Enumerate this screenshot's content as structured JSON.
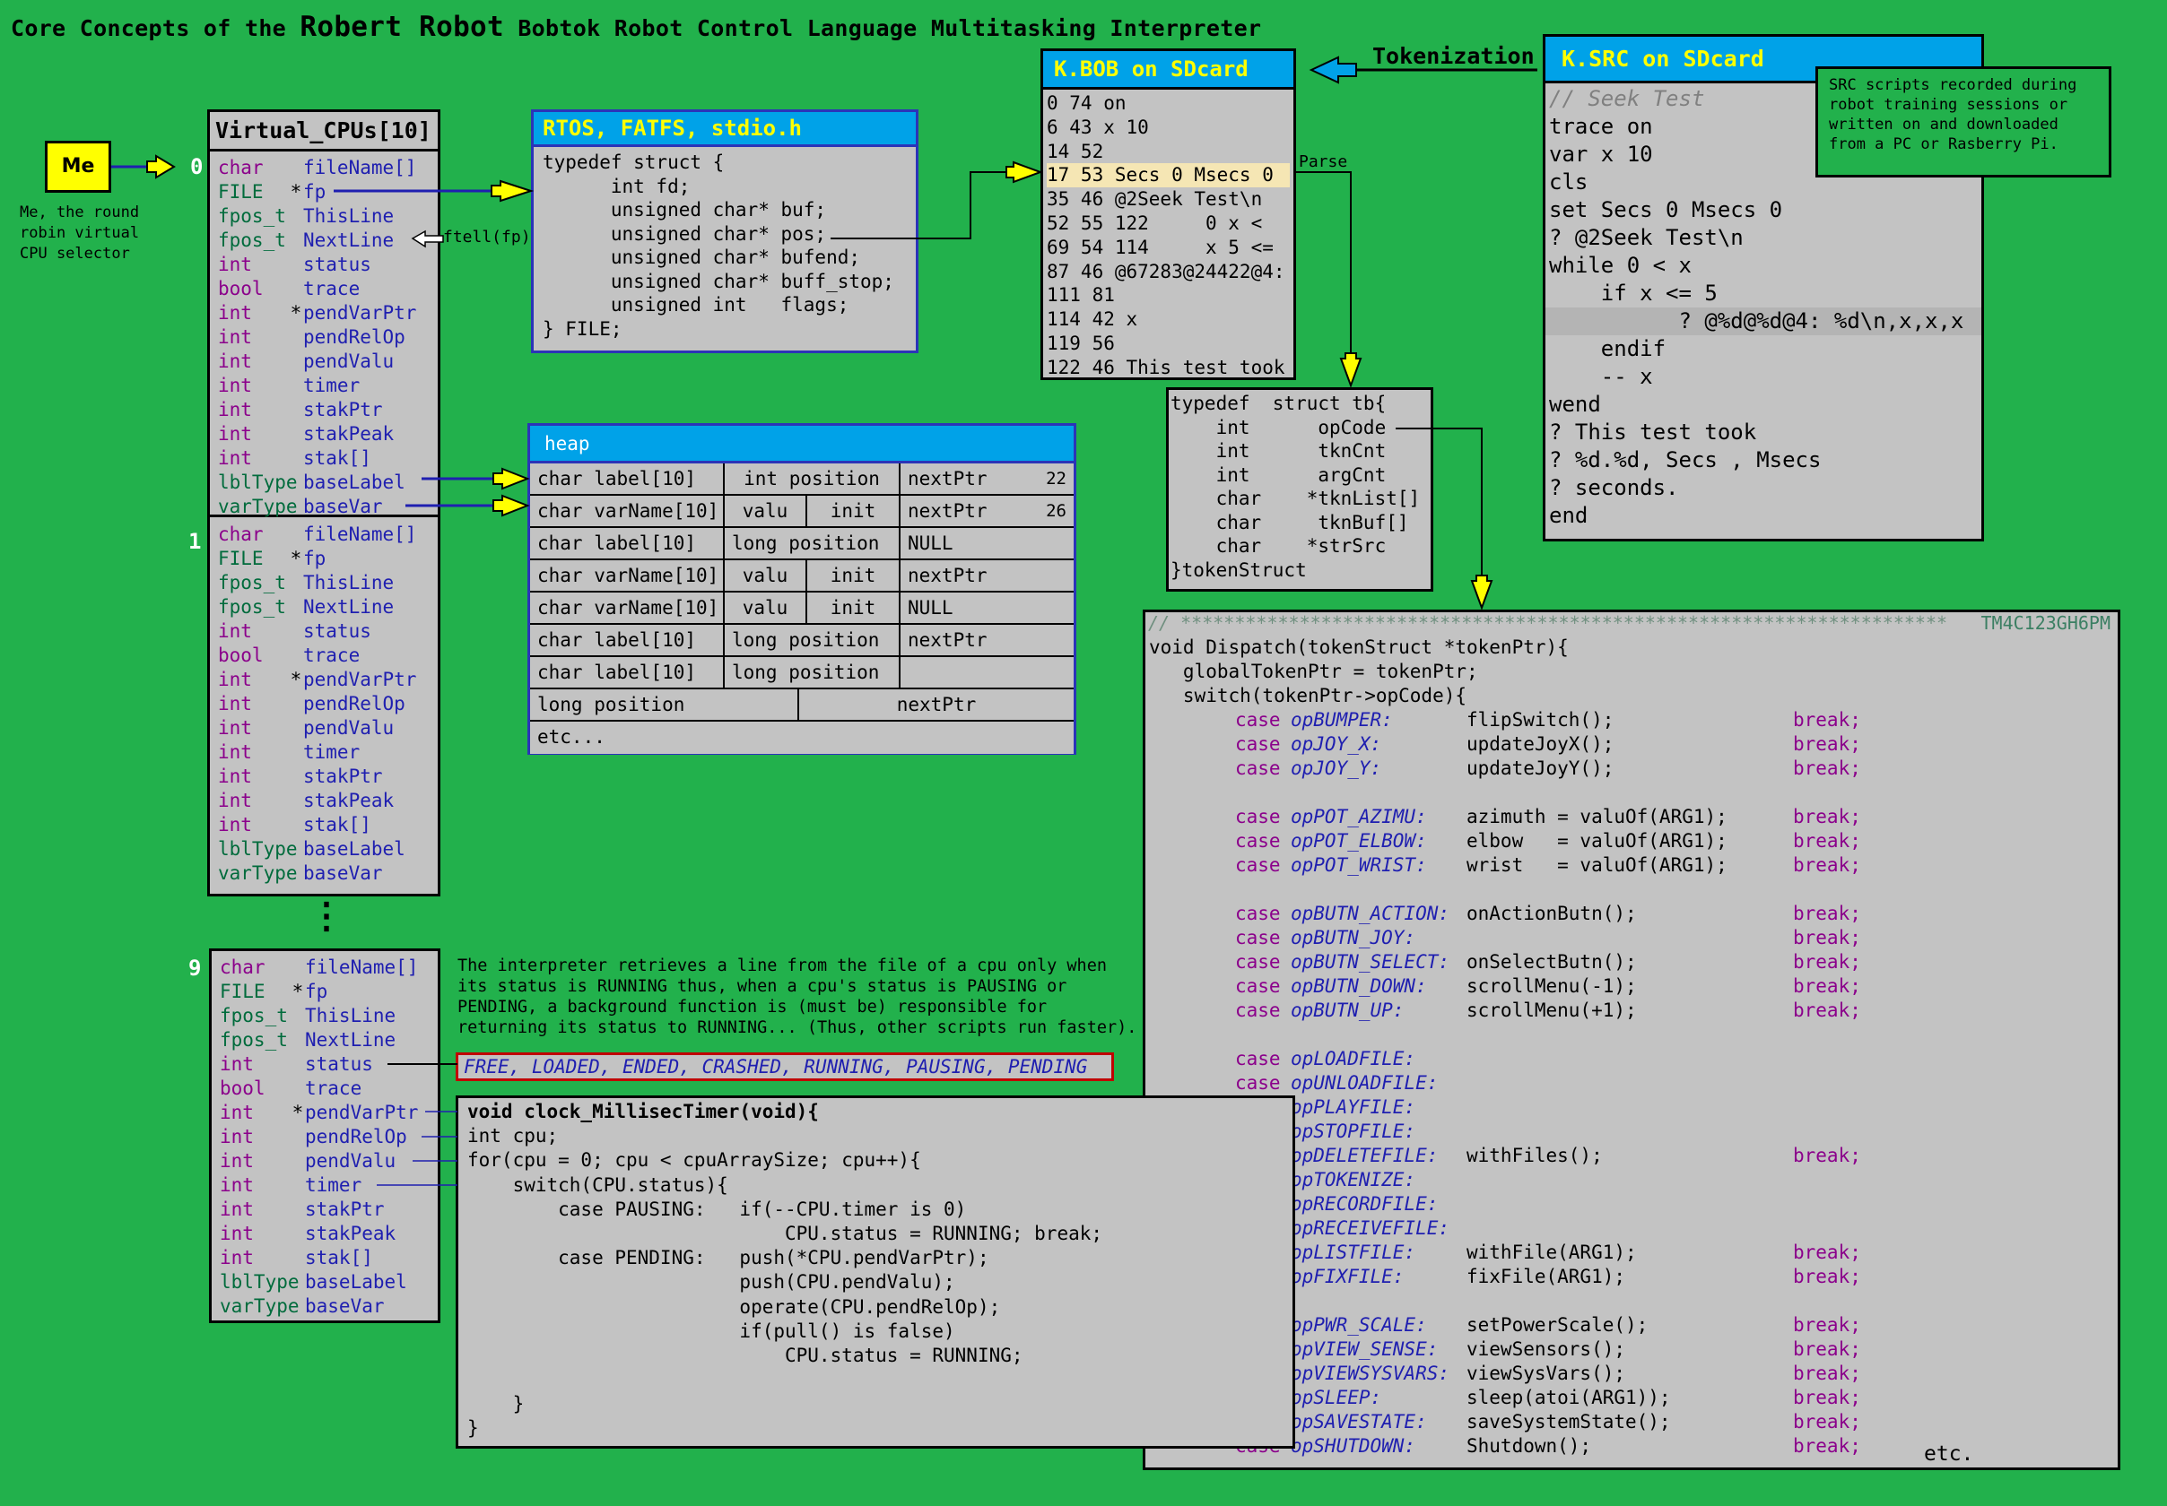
{
  "title": {
    "pre": "Core Concepts of the",
    "robot": "Robert Robot",
    "post": "Bobtok Robot Control Language Multitasking Interpreter"
  },
  "me": {
    "label": "Me",
    "caption": "Me, the round\nrobin virtual\nCPU selector"
  },
  "vcpu": {
    "header": "Virtual_CPUs[10]",
    "numbers": [
      "0",
      "1",
      "9"
    ],
    "ellipsis": "⋮",
    "fields": [
      {
        "type": "char",
        "star": "",
        "name": "fileName[]"
      },
      {
        "type": "FILE",
        "star": "*",
        "name": "fp"
      },
      {
        "type": "fpos_t",
        "star": "",
        "name": "ThisLine"
      },
      {
        "type": "fpos_t",
        "star": "",
        "name": "NextLine"
      },
      {
        "type": "int",
        "star": "",
        "name": "status"
      },
      {
        "type": "bool",
        "star": "",
        "name": "trace"
      },
      {
        "type": "int",
        "star": "*",
        "name": "pendVarPtr"
      },
      {
        "type": "int",
        "star": "",
        "name": "pendRelOp"
      },
      {
        "type": "int",
        "star": "",
        "name": "pendValu"
      },
      {
        "type": "int",
        "star": "",
        "name": "timer"
      },
      {
        "type": "int",
        "star": "",
        "name": "stakPtr"
      },
      {
        "type": "int",
        "star": "",
        "name": "stakPeak"
      },
      {
        "type": "int",
        "star": "",
        "name": "stak[]"
      },
      {
        "type": "lblType",
        "star": "",
        "name": "baseLabel"
      },
      {
        "type": "varType",
        "star": "",
        "name": "baseVar"
      }
    ]
  },
  "ftell_label": "ftell(fp)",
  "rtos": {
    "header": "RTOS, FATFS, stdio.h",
    "lines": [
      "typedef struct {",
      "      int fd;",
      "      unsigned char* buf;",
      "      unsigned char* pos;",
      "      unsigned char* bufend;",
      "      unsigned char* buff_stop;",
      "      unsigned int   flags;",
      "} FILE;"
    ]
  },
  "heap": {
    "header": "heap",
    "rows": [
      [
        "char label[10]",
        "int position",
        "nextPtr",
        "22"
      ],
      [
        "char varName[10]",
        "valu",
        "init",
        "nextPtr",
        "26"
      ],
      [
        "char label[10]",
        "long position",
        "NULL"
      ],
      [
        "char varName[10]",
        "valu",
        "init",
        "nextPtr"
      ],
      [
        "char varName[10]",
        "valu",
        "init",
        "NULL"
      ],
      [
        "char label[10]",
        "long position",
        "nextPtr"
      ],
      [
        "char label[10]",
        "long position",
        ""
      ],
      [
        "long position",
        "nextPtr"
      ],
      [
        "etc..."
      ]
    ]
  },
  "bob": {
    "header": "K.BOB  on SDcard",
    "lines": [
      "0 74 on",
      "6 43 x 10",
      "14 52",
      "17 53 Secs 0 Msecs 0",
      "35 46 @2Seek Test\\n",
      "52 55 122     0 x <",
      "69 54 114     x 5 <=",
      "87 46 @67283@24422@4:",
      "111 81",
      "114 42 x",
      "119 56",
      "122 46 This test took"
    ]
  },
  "parse_label": "Parse",
  "tokenization_label": "Tokenization",
  "src": {
    "header": "K.SRC   on SDcard",
    "lines": [
      "// Seek Test",
      "trace on",
      "var x 10",
      "cls",
      "set Secs 0 Msecs 0",
      "? @2Seek Test\\n",
      "while 0 < x",
      "    if x <= 5",
      "          ? @%d@%d@4: %d\\n,x,x,x",
      "    endif",
      "    -- x",
      "wend",
      "? This test took",
      "? %d.%d, Secs , Msecs",
      "? seconds.",
      "end"
    ]
  },
  "note": "SRC scripts recorded during\nrobot training sessions or\nwritten on and downloaded\nfrom a PC or Rasberry Pi.",
  "tokenstruct": {
    "lines": [
      "typedef  struct tb{",
      "    int      opCode",
      "    int      tknCnt",
      "    int      argCnt",
      "    char    *tknList[]",
      "    char     tknBuf[]",
      "    char    *strSrc",
      "}tokenStruct"
    ]
  },
  "dispatch": {
    "comment": "// ***********************************************************************",
    "chip": "TM4C123GH6PM",
    "head": [
      "void Dispatch(tokenStruct *tokenPtr){",
      "   globalTokenPtr = tokenPtr;",
      "   switch(tokenPtr->opCode){"
    ],
    "cases": [
      [
        "opBUMPER:",
        "flipSwitch();",
        "break;"
      ],
      [
        "opJOY_X:",
        "updateJoyX();",
        "break;"
      ],
      [
        "opJOY_Y:",
        "updateJoyY();",
        "break;"
      ],
      [
        "",
        "",
        ""
      ],
      [
        "opPOT_AZIMU:",
        "azimuth = valuOf(ARG1);",
        "break;"
      ],
      [
        "opPOT_ELBOW:",
        "elbow   = valuOf(ARG1);",
        "break;"
      ],
      [
        "opPOT_WRIST:",
        "wrist   = valuOf(ARG1);",
        "break;"
      ],
      [
        "",
        "",
        ""
      ],
      [
        "opBUTN_ACTION:",
        "onActionButn();",
        "break;"
      ],
      [
        "opBUTN_JOY:",
        "",
        "break;"
      ],
      [
        "opBUTN_SELECT:",
        "onSelectButn();",
        "break;"
      ],
      [
        "opBUTN_DOWN:",
        "scrollMenu(-1);",
        "break;"
      ],
      [
        "opBUTN_UP:",
        "scrollMenu(+1);",
        "break;"
      ],
      [
        "",
        "",
        ""
      ],
      [
        "opLOADFILE:",
        "",
        ""
      ],
      [
        "opUNLOADFILE:",
        "",
        ""
      ],
      [
        "opPLAYFILE:",
        "",
        ""
      ],
      [
        "opSTOPFILE:",
        "",
        ""
      ],
      [
        "opDELETEFILE:",
        "withFiles();",
        "break;"
      ],
      [
        "opTOKENIZE:",
        "",
        ""
      ],
      [
        "opRECORDFILE:",
        "",
        ""
      ],
      [
        "opRECEIVEFILE:",
        "",
        ""
      ],
      [
        "opLISTFILE:",
        "withFile(ARG1);",
        "break;"
      ],
      [
        "opFIXFILE:",
        "fixFile(ARG1);",
        "break;"
      ],
      [
        "",
        "",
        ""
      ],
      [
        "opPWR_SCALE:",
        "setPowerScale();",
        "break;"
      ],
      [
        "opVIEW_SENSE:",
        "viewSensors();",
        "break;"
      ],
      [
        "opVIEWSYSVARS:",
        "viewSysVars();",
        "break;"
      ],
      [
        "opSLEEP:",
        "sleep(atoi(ARG1));",
        "break;"
      ],
      [
        "opSAVESTATE:",
        "saveSystemState();",
        "break;"
      ],
      [
        "opSHUTDOWN:",
        "Shutdown();",
        "break;"
      ]
    ],
    "case_kw": "case",
    "etc": "etc."
  },
  "info": "The interpreter retrieves a line from the file of a cpu only when\nits status is RUNNING thus, when a cpu's status is PAUSING or\nPENDING, a background function is (must be) responsible for\nreturning its status to RUNNING... (Thus, other scripts run faster).",
  "states": "FREE, LOADED, ENDED, CRASHED, RUNNING, PAUSING, PENDING",
  "timer_code": {
    "lines": [
      "void clock_MillisecTimer(void){",
      "int cpu;",
      "for(cpu = 0; cpu < cpuArraySize; cpu++){",
      "    switch(CPU.status){",
      "        case PAUSING:   if(--CPU.timer is 0)",
      "                            CPU.status = RUNNING; break;",
      "        case PENDING:   push(*CPU.pendVarPtr);",
      "                        push(CPU.pendValu);",
      "                        operate(CPU.pendRelOp);",
      "                        if(pull() is false)",
      "                            CPU.status = RUNNING;",
      "",
      "    }",
      "}"
    ]
  },
  "colors": {
    "bg": "#22b14c",
    "panel": "#c3c3c3",
    "header": "#00a2e8",
    "yellow": "#ffff00",
    "keyword": "#8b008b",
    "ident": "#1f1fb0"
  }
}
